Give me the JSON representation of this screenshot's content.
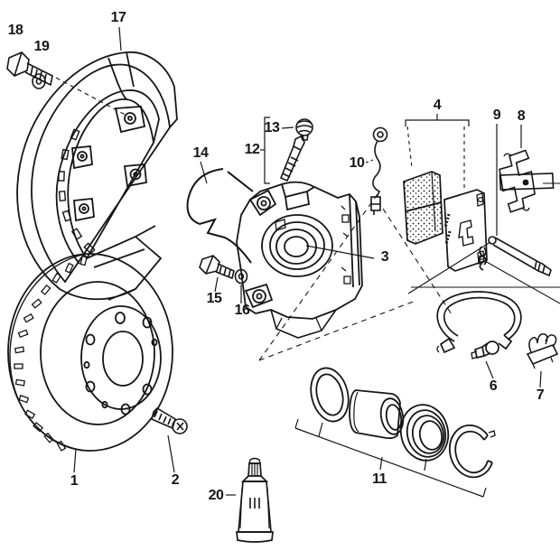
{
  "page": {
    "background": "#ffffff",
    "ink": "#161616"
  },
  "callouts": {
    "c1": "1",
    "c2": "2",
    "c3": "3",
    "c4": "4",
    "c6": "6",
    "c7": "7",
    "c8": "8",
    "c9": "9",
    "c10": "10",
    "c11": "11",
    "c12": "12",
    "c13": "13",
    "c14": "14",
    "c15": "15",
    "c16": "16",
    "c17": "17",
    "c18": "18",
    "c19": "19",
    "c20": "20"
  }
}
